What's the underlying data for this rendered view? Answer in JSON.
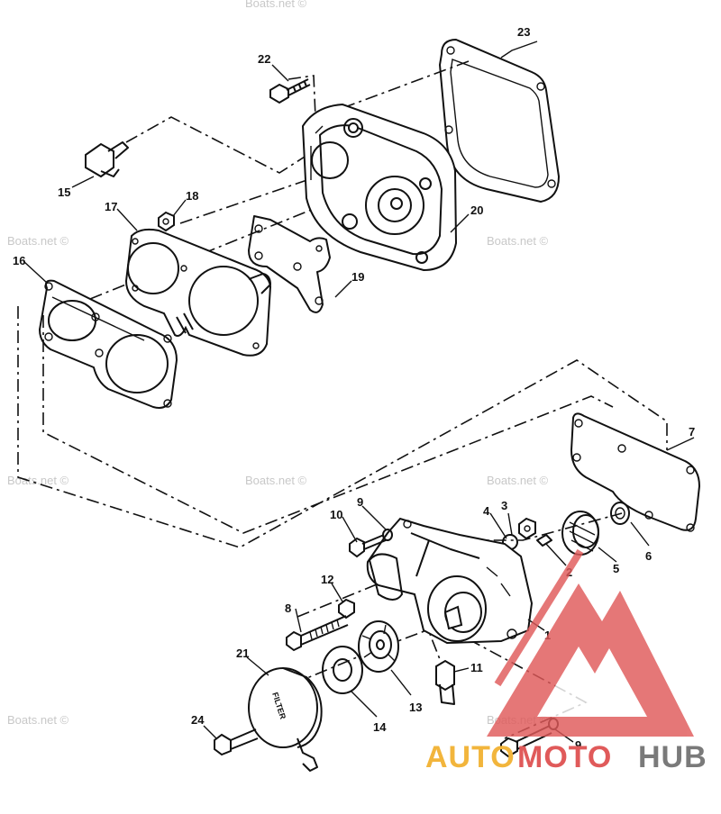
{
  "callouts": {
    "c1": "1",
    "c2": "2",
    "c3": "3",
    "c4": "4",
    "c5": "5",
    "c6": "6",
    "c7": "7",
    "c8": "8",
    "c9a": "9",
    "c9b": "9",
    "c10": "10",
    "c11": "11",
    "c12": "12",
    "c13": "13",
    "c14": "14",
    "c15": "15",
    "c16": "16",
    "c17": "17",
    "c18": "18",
    "c19": "19",
    "c20": "20",
    "c21": "21",
    "c22": "22",
    "c23": "23",
    "c24": "24"
  },
  "filter_label": "FILTER",
  "watermarks": [
    "Boats.net ©",
    "Boats.net ©",
    "Boats.net ©",
    "Boats.net ©",
    "Boats.net ©",
    "Boats.net ©",
    "Boats.net ©",
    "Boats.net ©"
  ],
  "logo": {
    "part1": "AUTO",
    "part2": "MOTO",
    "part3": "HUB",
    "color_primary": "#e05a5a",
    "color_accent": "#f2b53c"
  }
}
